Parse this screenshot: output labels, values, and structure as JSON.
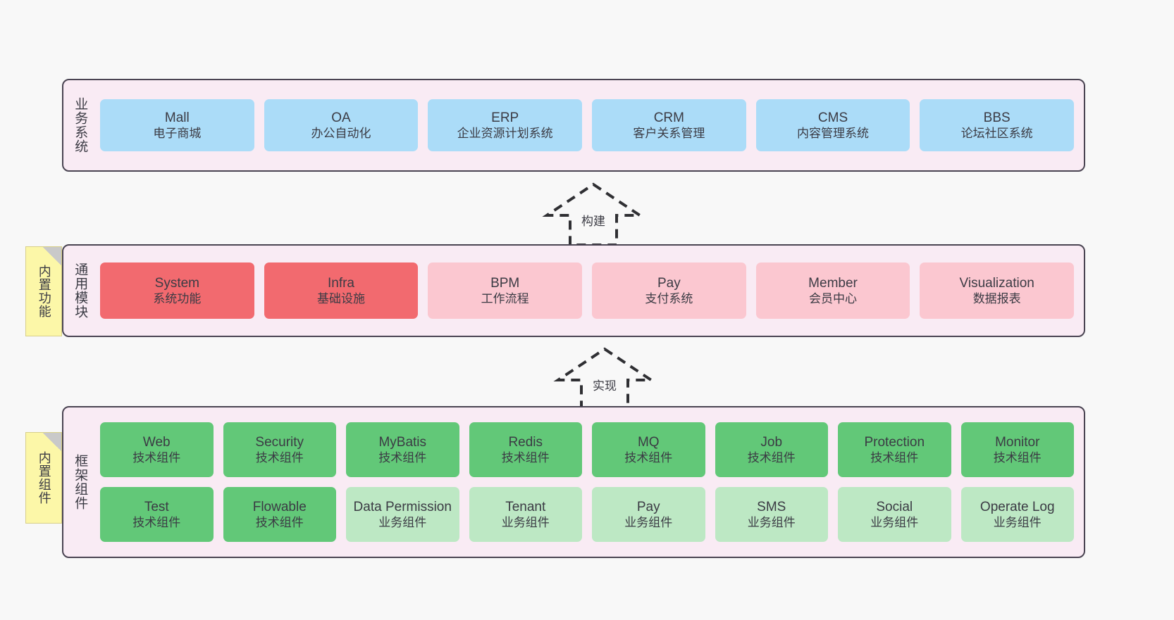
{
  "diagram": {
    "layers": [
      {
        "id": "business",
        "title": "业务系统",
        "cards": [
          {
            "name": "Mall",
            "desc": "电子商城",
            "color": "#abdcf8"
          },
          {
            "name": "OA",
            "desc": "办公自动化",
            "color": "#abdcf8"
          },
          {
            "name": "ERP",
            "desc": "企业资源计划系统",
            "color": "#abdcf8"
          },
          {
            "name": "CRM",
            "desc": "客户关系管理",
            "color": "#abdcf8"
          },
          {
            "name": "CMS",
            "desc": "内容管理系统",
            "color": "#abdcf8"
          },
          {
            "name": "BBS",
            "desc": "论坛社区系统",
            "color": "#abdcf8"
          }
        ]
      },
      {
        "id": "common",
        "title": "通用模块",
        "note": "内置功能",
        "cards": [
          {
            "name": "System",
            "desc": "系统功能",
            "color": "#f26a6f"
          },
          {
            "name": "Infra",
            "desc": "基础设施",
            "color": "#f26a6f"
          },
          {
            "name": "BPM",
            "desc": "工作流程",
            "color": "#fbc7d0"
          },
          {
            "name": "Pay",
            "desc": "支付系统",
            "color": "#fbc7d0"
          },
          {
            "name": "Member",
            "desc": "会员中心",
            "color": "#fbc7d0"
          },
          {
            "name": "Visualization",
            "desc": "数据报表",
            "color": "#fbc7d0"
          }
        ]
      },
      {
        "id": "framework",
        "title": "框架组件",
        "note": "内置组件",
        "rows": [
          [
            {
              "name": "Web",
              "desc": "技术组件",
              "color": "#62c878"
            },
            {
              "name": "Security",
              "desc": "技术组件",
              "color": "#62c878"
            },
            {
              "name": "MyBatis",
              "desc": "技术组件",
              "color": "#62c878"
            },
            {
              "name": "Redis",
              "desc": "技术组件",
              "color": "#62c878"
            },
            {
              "name": "MQ",
              "desc": "技术组件",
              "color": "#62c878"
            },
            {
              "name": "Job",
              "desc": "技术组件",
              "color": "#62c878"
            },
            {
              "name": "Protection",
              "desc": "技术组件",
              "color": "#62c878"
            },
            {
              "name": "Monitor",
              "desc": "技术组件",
              "color": "#62c878"
            }
          ],
          [
            {
              "name": "Test",
              "desc": "技术组件",
              "color": "#62c878"
            },
            {
              "name": "Flowable",
              "desc": "技术组件",
              "color": "#62c878"
            },
            {
              "name": "Data Permission",
              "desc": "业务组件",
              "color": "#bde8c4"
            },
            {
              "name": "Tenant",
              "desc": "业务组件",
              "color": "#bde8c4"
            },
            {
              "name": "Pay",
              "desc": "业务组件",
              "color": "#bde8c4"
            },
            {
              "name": "SMS",
              "desc": "业务组件",
              "color": "#bde8c4"
            },
            {
              "name": "Social",
              "desc": "业务组件",
              "color": "#bde8c4"
            },
            {
              "name": "Operate Log",
              "desc": "业务组件",
              "color": "#bde8c4"
            }
          ]
        ]
      }
    ],
    "connectors": [
      {
        "id": "build",
        "label": "构建"
      },
      {
        "id": "implement",
        "label": "实现"
      }
    ],
    "colors": {
      "panel_background": "#f9ebf4",
      "panel_border": "#4a4452",
      "note_background": "#fcf7a8",
      "canvas_background": "#f8f8f8"
    }
  }
}
